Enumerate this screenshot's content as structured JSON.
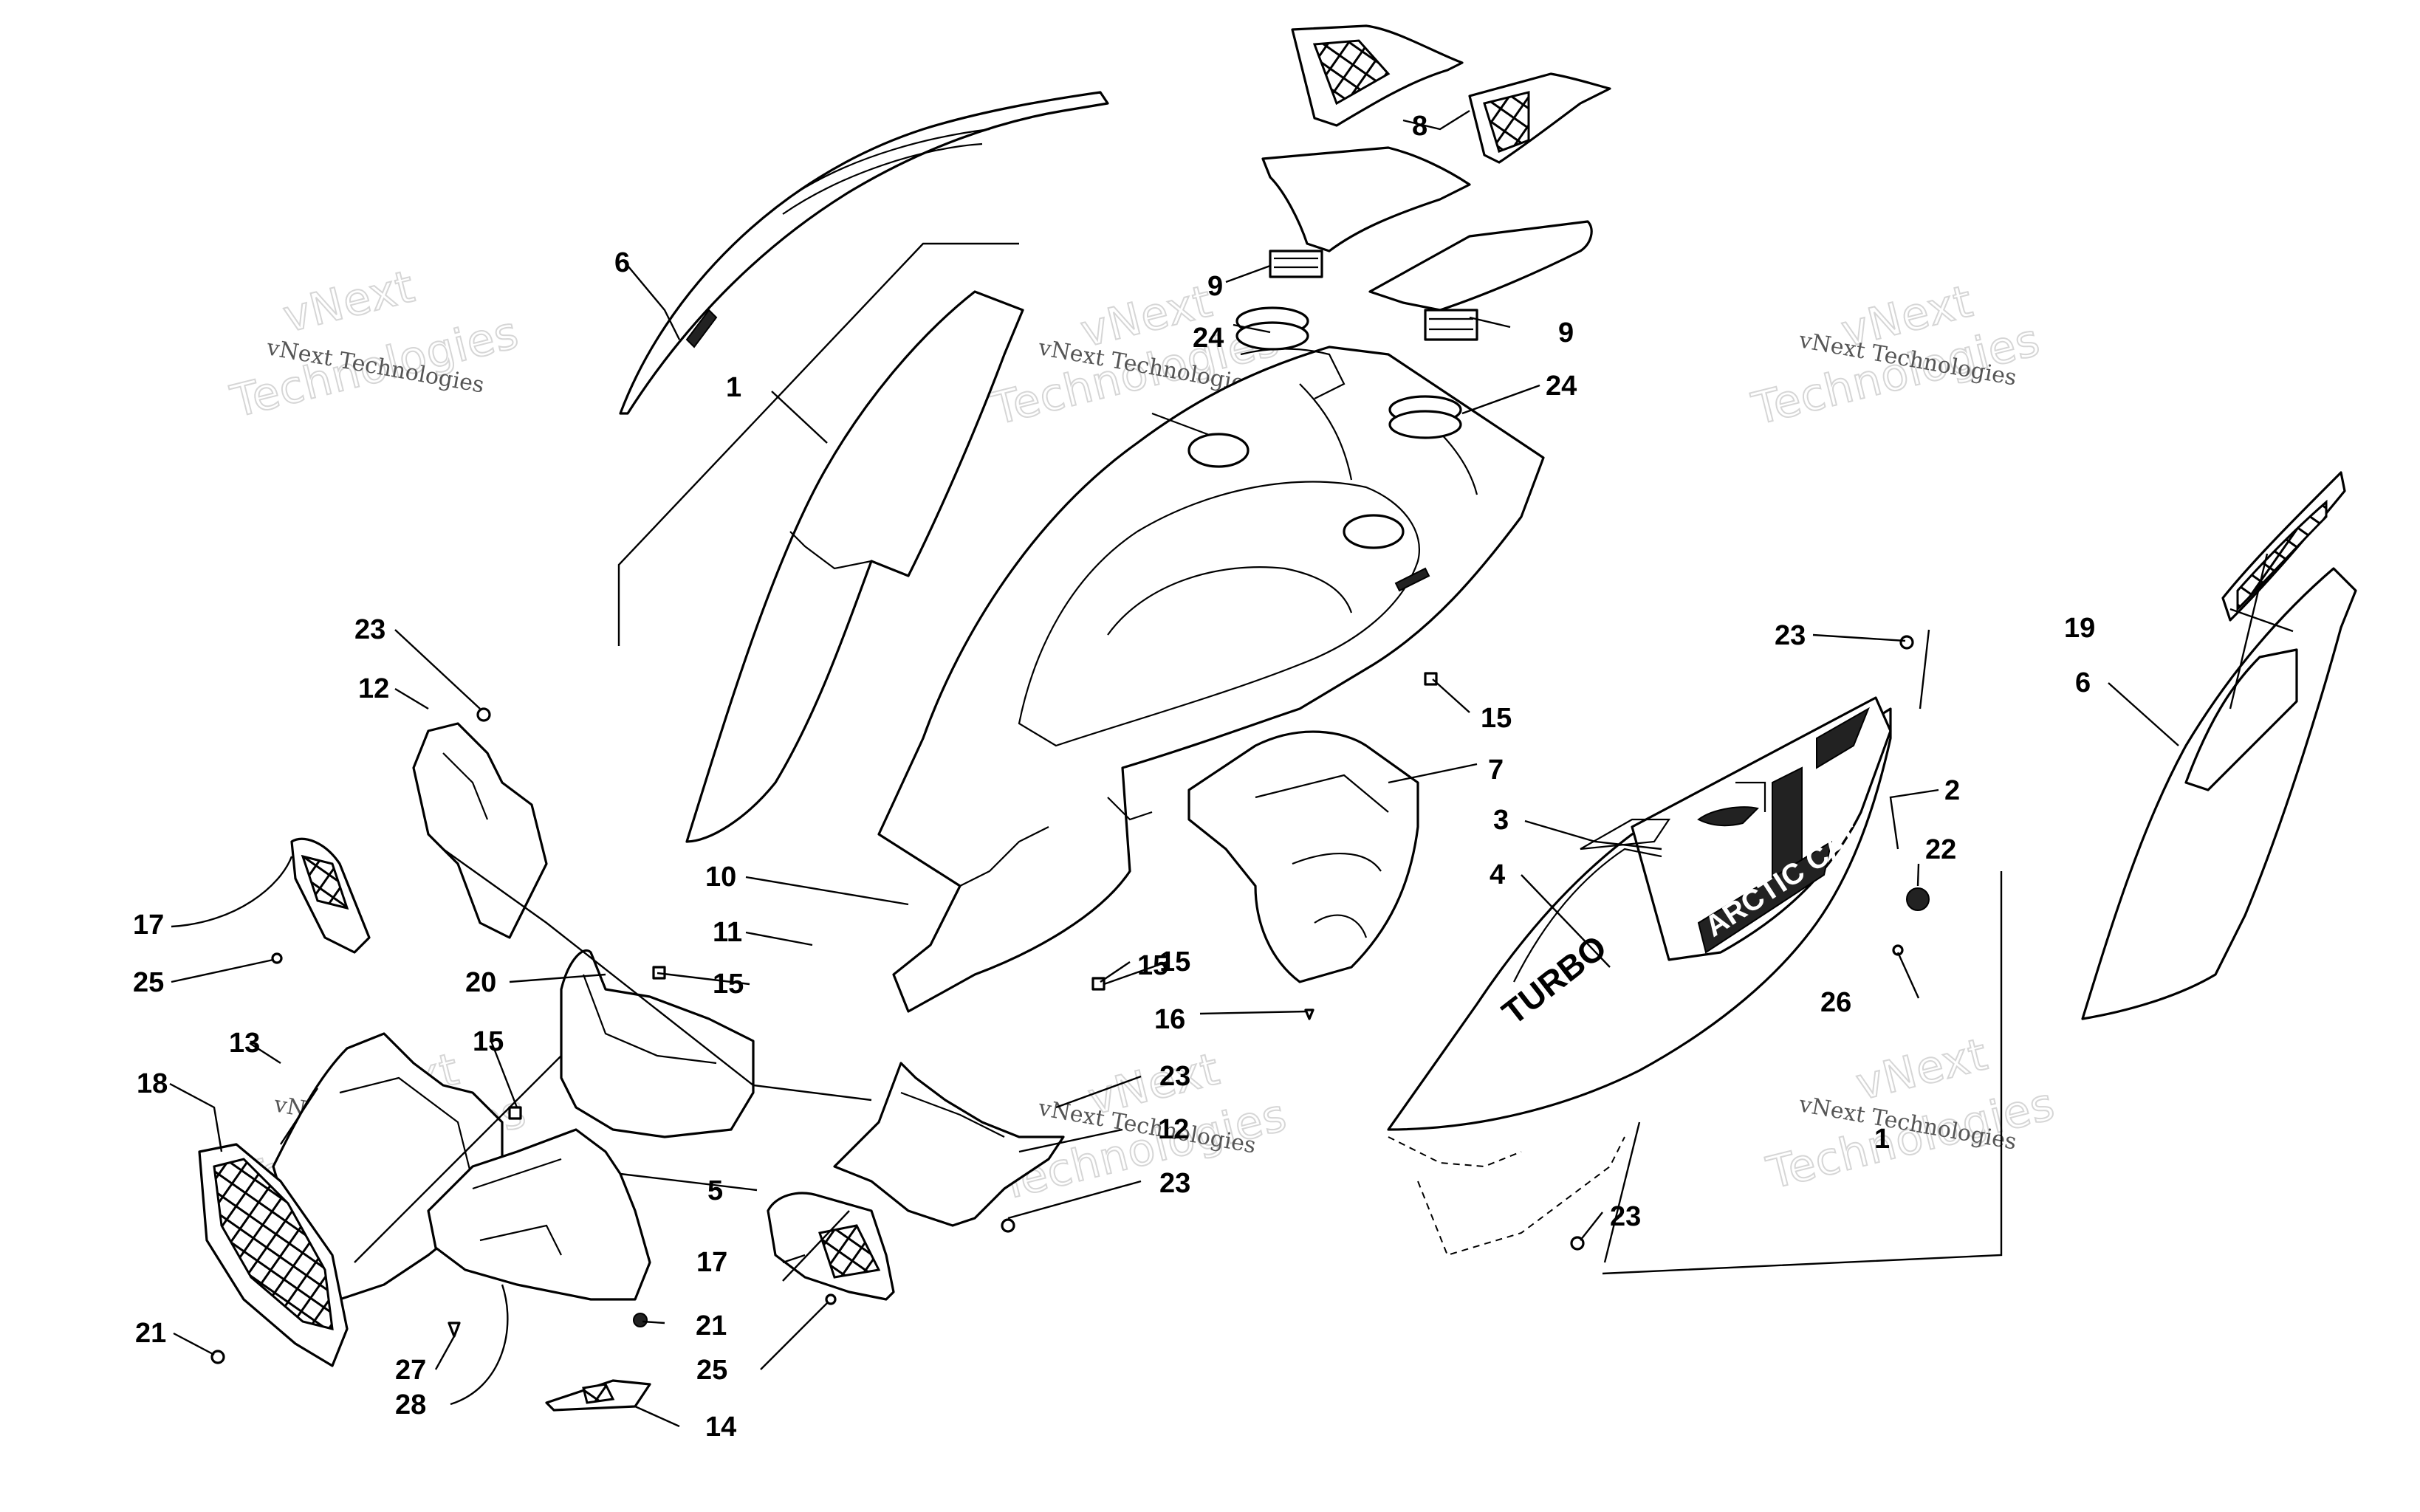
{
  "watermark": {
    "company": "vNext Technologies",
    "big_top": "vNext",
    "big_bottom": "Technologies"
  },
  "decals": {
    "brand": "ARCTIC CAT",
    "model": "TURBO"
  },
  "callouts": [
    "1",
    "2",
    "3",
    "4",
    "5",
    "6",
    "7",
    "8",
    "9",
    "10",
    "11",
    "12",
    "13",
    "14",
    "15",
    "16",
    "17",
    "18",
    "19",
    "20",
    "21",
    "22",
    "23",
    "24",
    "25",
    "26",
    "27",
    "28"
  ]
}
